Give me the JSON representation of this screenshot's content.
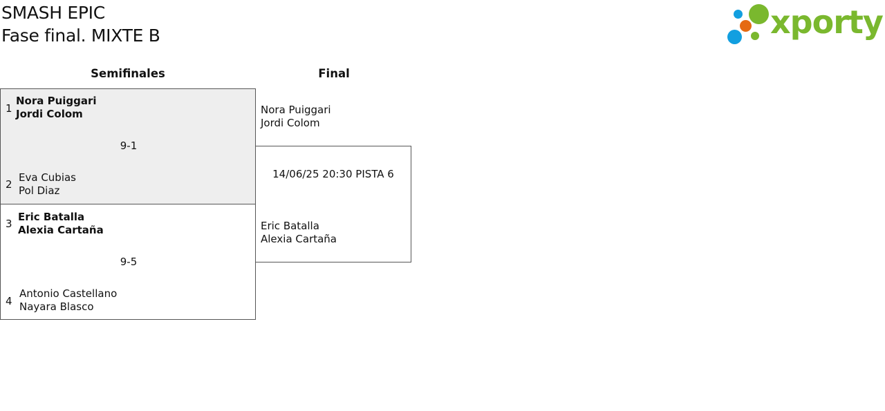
{
  "header": {
    "tournament": "SMASH EPIC",
    "phase": "Fase final. MIXTE B"
  },
  "logo": {
    "wordmark": "xporty",
    "colors": {
      "green": "#7ab82e",
      "orange": "#e56a12",
      "blue": "#129fe0"
    }
  },
  "rounds": {
    "semifinals_label": "Semifinales",
    "final_label": "Final"
  },
  "semifinals": [
    {
      "score": "9-1",
      "top": {
        "seed": "1",
        "players": [
          "Nora Puiggari",
          "Jordi Colom"
        ],
        "winner": true
      },
      "bottom": {
        "seed": "2",
        "players": [
          "Eva Cubias",
          "Pol Diaz"
        ],
        "winner": false
      }
    },
    {
      "score": "9-5",
      "top": {
        "seed": "3",
        "players": [
          "Eric Batalla",
          "Alexia Cartaña"
        ],
        "winner": true
      },
      "bottom": {
        "seed": "4",
        "players": [
          "Antonio Castellano",
          "Nayara Blasco"
        ],
        "winner": false
      }
    }
  ],
  "final": {
    "info": "14/06/25 20:30 PISTA 6",
    "top": {
      "players": [
        "Nora Puiggari",
        "Jordi Colom"
      ]
    },
    "bottom": {
      "players": [
        "Eric Batalla",
        "Alexia Cartaña"
      ]
    }
  }
}
